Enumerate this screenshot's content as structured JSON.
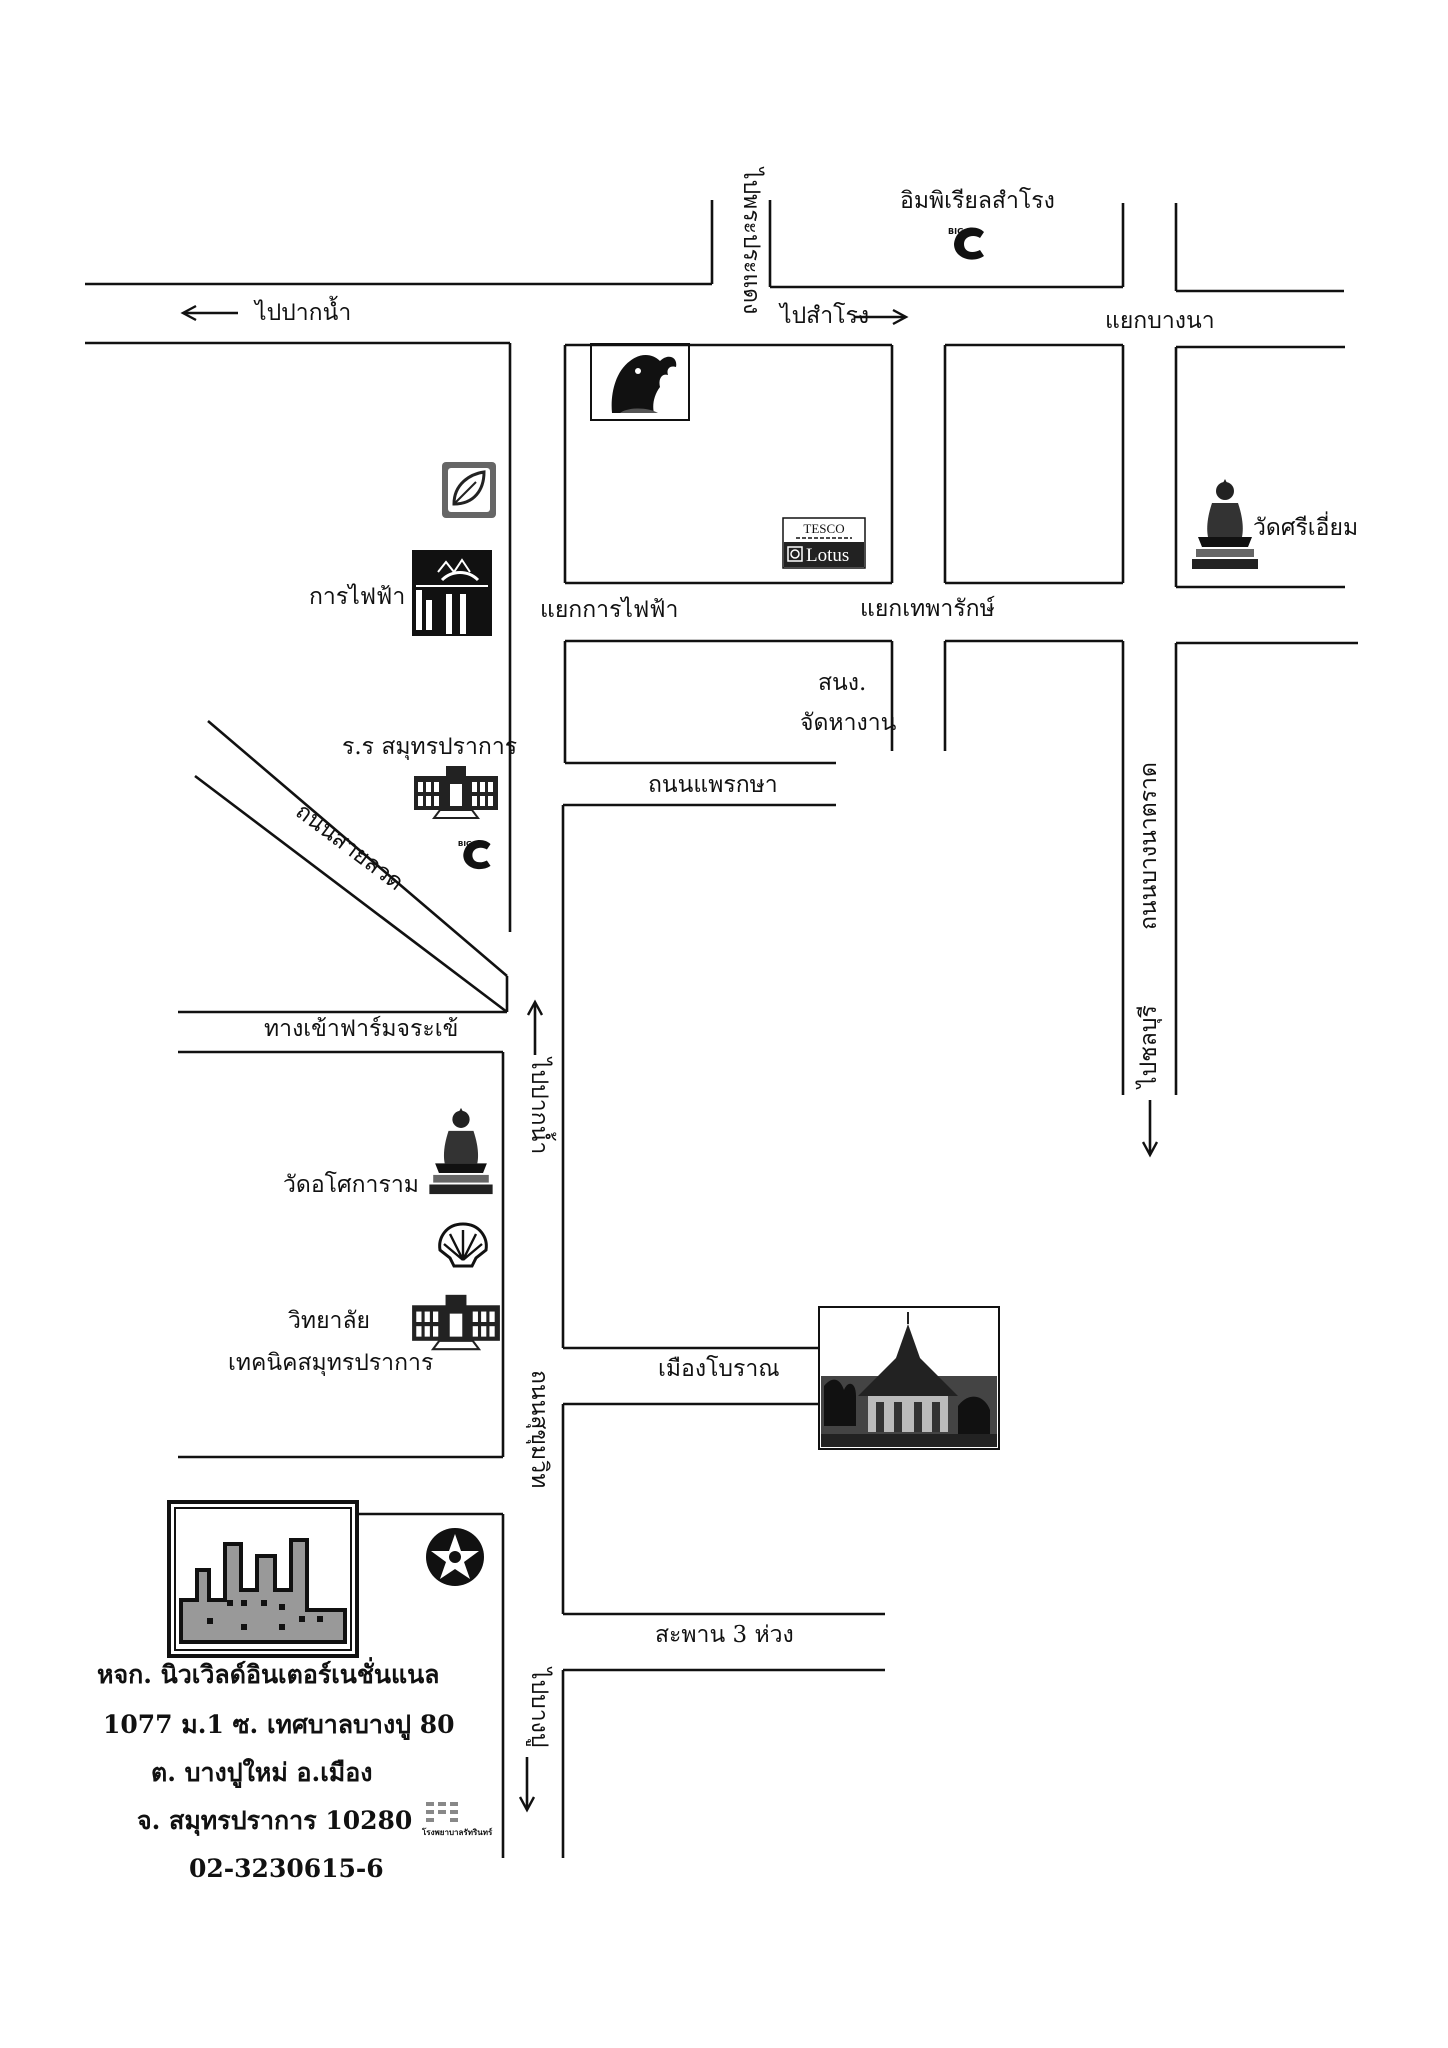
{
  "labels": {
    "to_paknam_top": "ไปปากน้ำ",
    "to_phra_pradaeng": "ไปพระประแดง",
    "imperial_samrong": "อิมพิเรียลสำโรง",
    "to_samrong": "ไปสำโรง",
    "bangna_junction": "แยกบางนา",
    "wat_si_iam": "วัดศรีเอี่ยม",
    "electricity": "การไฟฟ้า",
    "electricity_junction": "แยกการไฟฟ้า",
    "thepharak_junction": "แยกเทพารักษ์",
    "employment_office_1": "สนง.",
    "employment_office_2": "จัดหางาน",
    "samutprakan_school": "ร.ร สมุทรปราการ",
    "phraek_sa_road": "ถนนแพรกษา",
    "sai_luat_road": "ถนนสายลวด",
    "bangna_trat_road": "ถนนบางนาตราด",
    "to_chonburi": "ไปชลบุรี",
    "crocodile_farm": "ทางเข้าฟาร์มจระเข้",
    "to_paknam_side": "ไปปากน้ำ",
    "wat_asokaram": "วัดอโศการาม",
    "college_1": "วิทยาลัย",
    "college_2": "เทคนิคสมุทรปราการ",
    "ancient_city": "เมืองโบราณ",
    "sukhumvit_road": "ถนนสุขุมวิท",
    "three_arch_bridge": "สะพาน 3 ห่วง",
    "to_bangpu": "ไปบางปู",
    "tesco_brand": "TESCO",
    "lotus_brand": "Lotus",
    "hospital_caption": "โรงพยาบาลรัทรินทร์"
  },
  "address": {
    "company": "หจก. นิวเวิลด์อินเตอร์เนชั่นแนล",
    "line1": "1077 ม.1   ซ. เทศบาลบางปู 80",
    "line2": "ต. บางปูใหม่  อ.เมือง",
    "line3": "จ. สมุทรปราการ  10280",
    "phone": "02-3230615-6"
  },
  "icons": {
    "bigc_top": "big-c-logo-icon",
    "bigc_left": "big-c-logo-icon",
    "erawan": "erawan-elephant-icon",
    "tesco_lotus": "tesco-lotus-logo-icon",
    "buddha": "buddha-statue-icon",
    "leaf": "leaf-logo-icon",
    "power_building": "power-plant-icon",
    "school": "school-building-icon",
    "shell": "shell-station-icon",
    "temple": "thai-temple-icon",
    "factory": "factory-logo-icon",
    "star": "star-station-icon"
  }
}
